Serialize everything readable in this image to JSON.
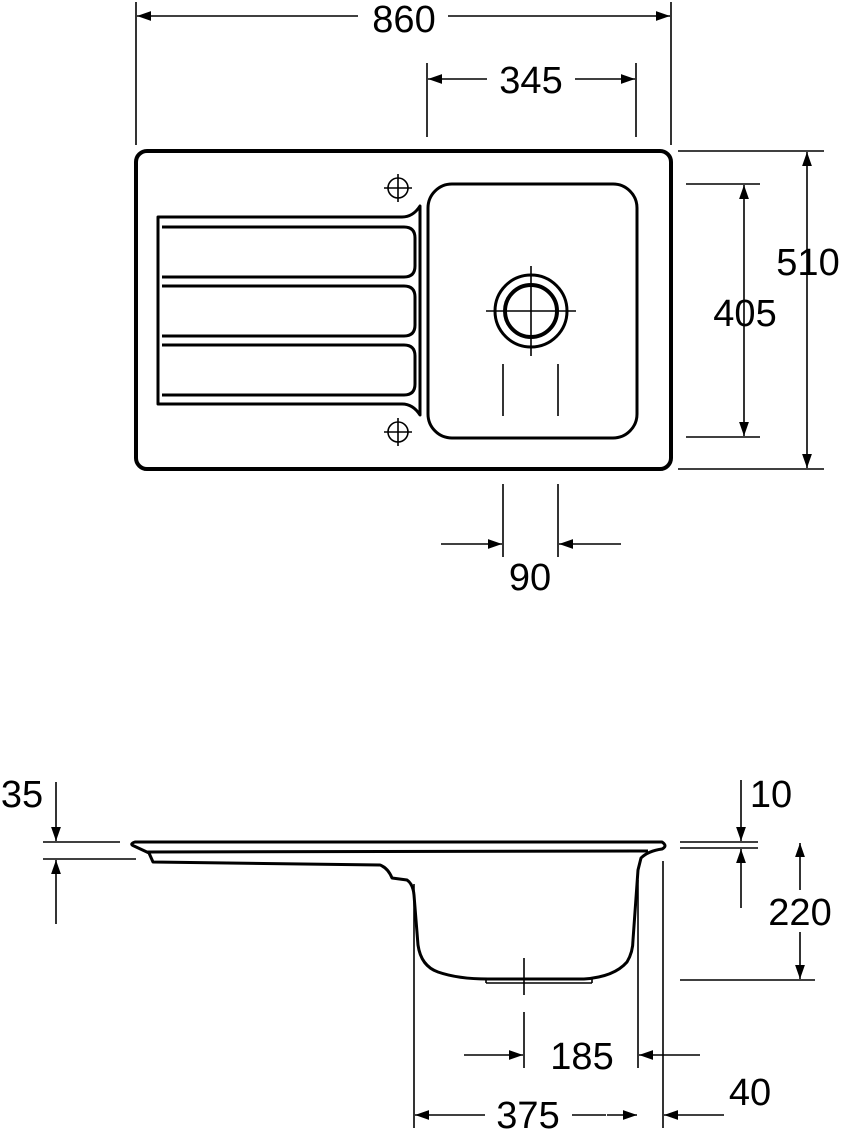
{
  "top_view": {
    "width_label": "860",
    "bowl_width_label": "345",
    "depth_label": "510",
    "bowl_depth_label": "405",
    "drain_spacing_label": "90"
  },
  "side_view": {
    "rim_offset_label": "35",
    "rim_thickness_label": "10",
    "bowl_depth_label": "220",
    "drain_offset_label": "185",
    "edge_offset_label": "40",
    "bowl_width_label": "375"
  }
}
